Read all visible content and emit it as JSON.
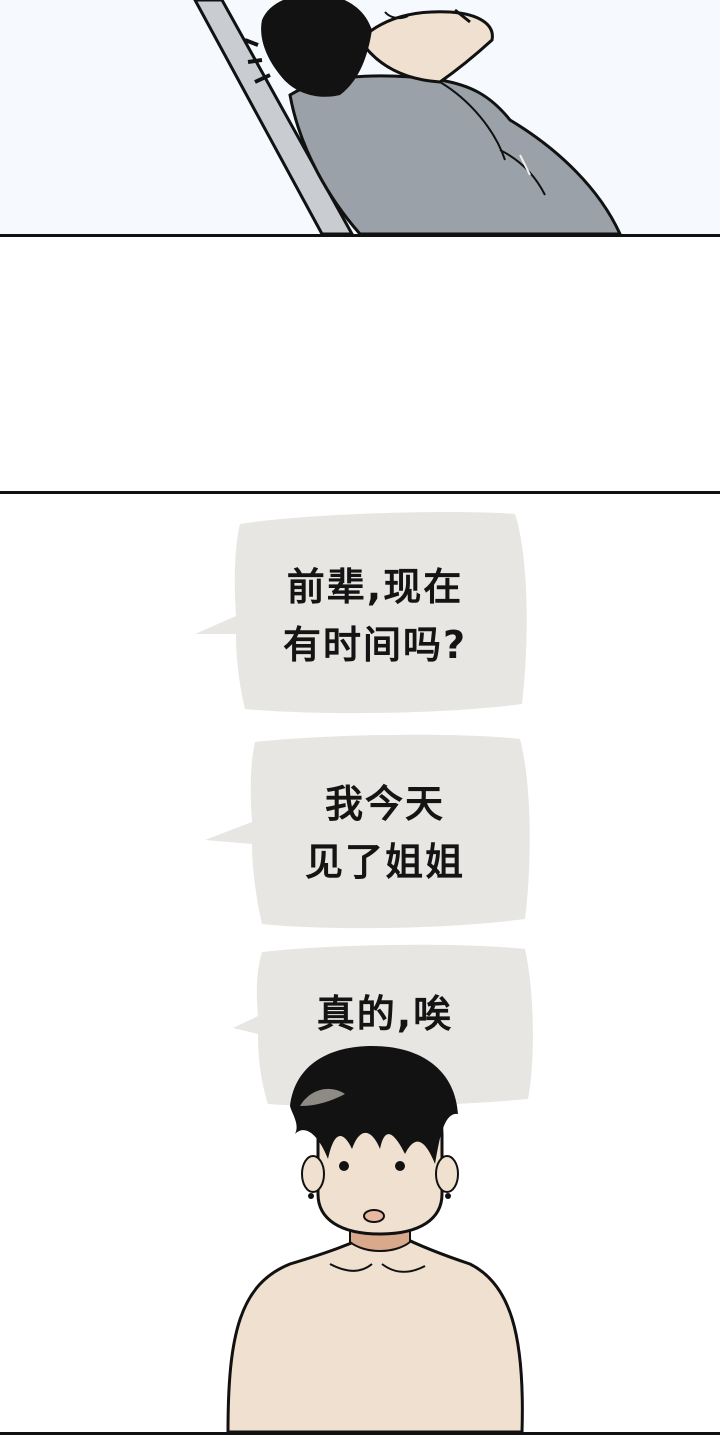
{
  "bubbles": [
    {
      "lines": [
        "前辈,现在",
        "有时间吗?"
      ]
    },
    {
      "lines": [
        "我今天",
        "见了姐姐"
      ]
    },
    {
      "lines": [
        "真的,唉"
      ]
    }
  ],
  "colors": {
    "top_panel_bg": "#f6fafe",
    "bubble_fill": "#e8e6e3",
    "hoodie": "#9aa1a8",
    "skin": "#efe0cf",
    "hair": "#121212",
    "ink": "#111111"
  }
}
